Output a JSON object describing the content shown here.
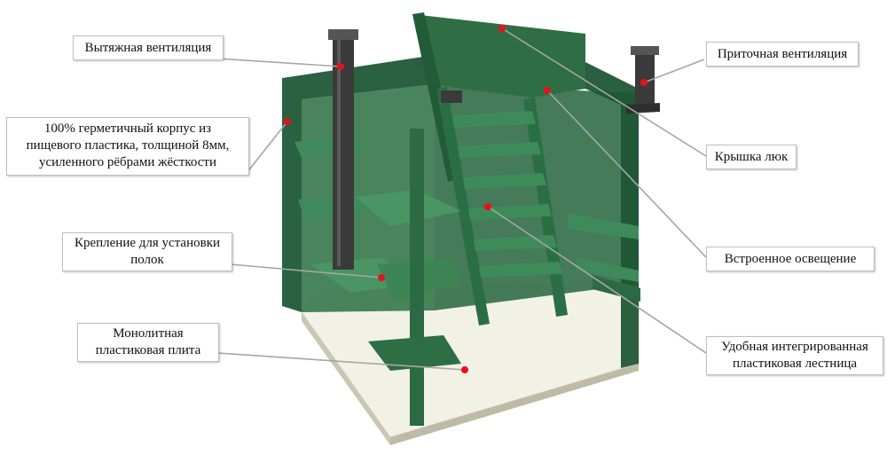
{
  "labels": {
    "exhaust": "Вытяжная вентиляция",
    "supply": "Приточная вентиляция",
    "body": "100% герметичный корпус из\nпищевого пластика, толщиной 8мм,\nусиленного рёбрами жёсткости",
    "hatch": "Крышка люк",
    "shelves": "Крепление для установки\nполок",
    "lighting": "Встроенное освещение",
    "slab": "Монолитная\nпластиковая плита",
    "ladder": "Удобная интегрированная\nпластиковая лестница"
  },
  "colors": {
    "wall_green": "#2f6b43",
    "marker_red": "#e8101e",
    "floor": "#f1f0e4",
    "pipe": "#3d3d3d",
    "leader": "#a6a6a6"
  }
}
